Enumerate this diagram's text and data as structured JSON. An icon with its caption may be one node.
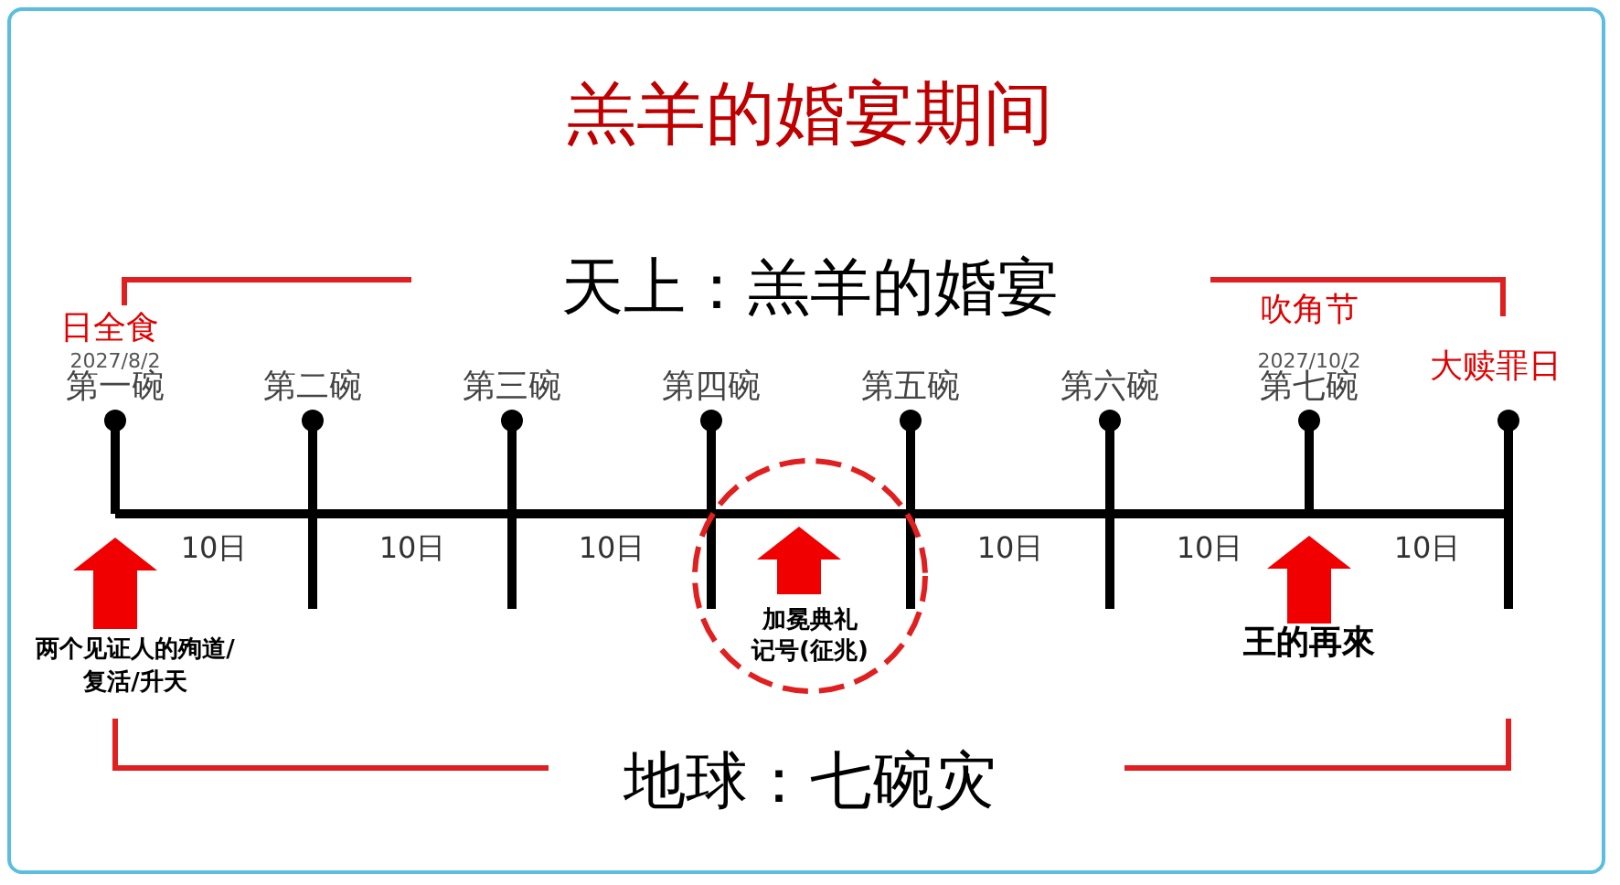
{
  "diagram": {
    "title": "羔羊的婚宴期间",
    "nodes": [
      {
        "text": [
          "加冕典礼记号(征兆)"
        ]
      }
    ],
    "edges": [],
    "labels": [
      "天上：羔羊的婚宴",
      "日全食",
      "2027/8/2",
      "第一碗",
      "第二碗",
      "第三碗",
      "第四碗",
      "第五碗",
      "第六碗",
      "吹角节",
      "2027/10/2",
      "第七碗",
      "大赎罪日",
      "10日",
      "10日",
      "10日",
      "10日",
      "10日",
      "10日",
      "两个见证人的殉道/复活/升天",
      "王的再來",
      "地球：七碗灾"
    ]
  }
}
